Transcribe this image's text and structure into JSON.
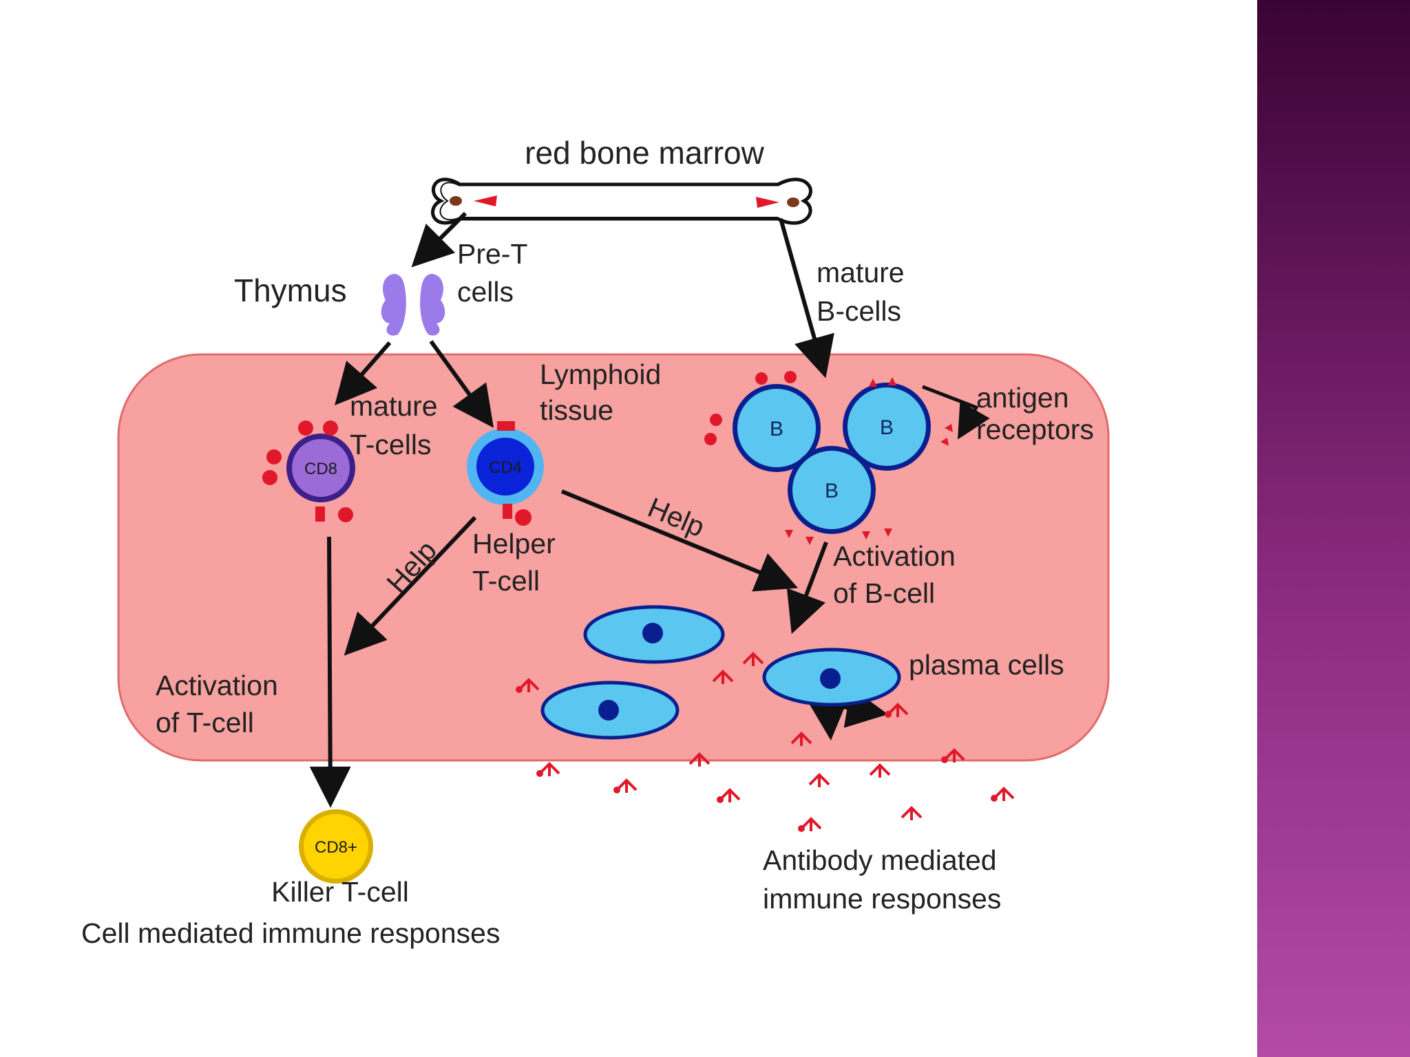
{
  "slide": {
    "side_band_gradient": [
      "#3a0335",
      "#8a2a7e",
      "#b24aa6"
    ]
  },
  "diagram": {
    "bone_label": "red bone marrow",
    "thymus_label": "Thymus",
    "pre_t_line1": "Pre-T",
    "pre_t_line2": "cells",
    "mature_b_line1": "mature",
    "mature_b_line2": "B-cells",
    "lymphoid_line1": "Lymphoid",
    "lymphoid_line2": "tissue",
    "mature_t_line1": "mature",
    "mature_t_line2": "T-cells",
    "antigen_line1": "antigen",
    "antigen_line2": "receptors",
    "cd8_tag": "CD8",
    "cd4_tag": "CD4",
    "b_cell_letter": "B",
    "help_helper_to_b": "Help",
    "help_helper_to_t": "Help",
    "helper_line1": "Helper",
    "helper_line2": "T-cell",
    "activation_b_line1": "Activation",
    "activation_b_line2": "of B-cell",
    "plasma_label": "plasma cells",
    "activation_t_line1": "Activation",
    "activation_t_line2": "of T-cell",
    "killer_tag": "CD8+",
    "killer_label": "Killer T-cell",
    "cell_mediated_label": "Cell mediated immune responses",
    "antibody_line1": "Antibody mediated",
    "antibody_line2": "immune responses"
  },
  "colors": {
    "tissue_fill": "#f7a1a1",
    "tissue_stroke": "#e06b6b",
    "b_cell_fill": "#5bc6ef",
    "b_cell_stroke": "#0a1f8f",
    "cd8_fill": "#9b6bd8",
    "cd8_stroke": "#3d1f8a",
    "cd4_fill": "#0a22d8",
    "cd4_halo": "#4fb6f2",
    "killer_fill": "#ffd400",
    "killer_stroke": "#d9b000",
    "thymus_fill": "#9b7bea",
    "antibody_red": "#e0182a",
    "bone_marrow": "#7a3a1a",
    "arrow": "#111111"
  }
}
